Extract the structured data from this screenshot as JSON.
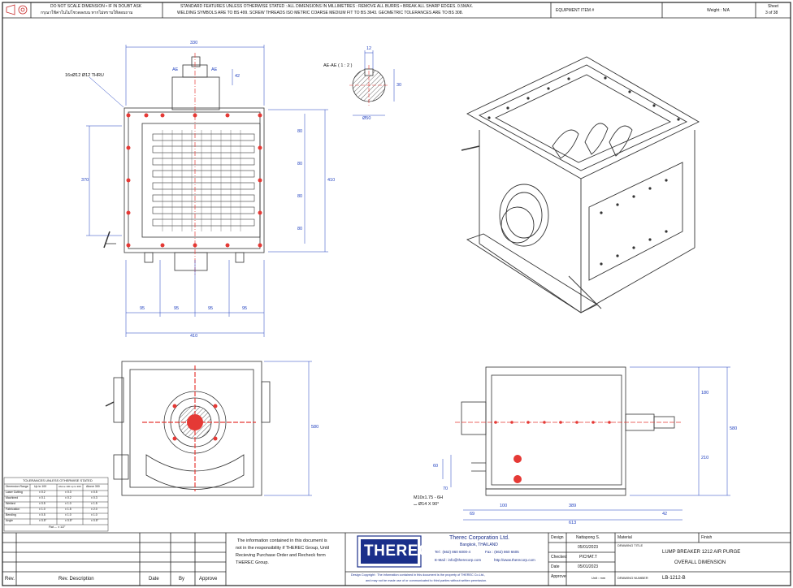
{
  "header": {
    "note_left_1": "DO NOT SCALE DIMENSION • IF IN DOUBT ASK",
    "note_left_2": "กรุณาใช้ค่าในไม่โชวดลงบน หากไม่ทราบให้สอบถาม",
    "standards_line_1": "STANDARD FEATURES UNLESS OTHERWISE STATED : ALL DIMENSIONS IN MILLIMETRES : REMOVE ALL BURRS • BREAK ALL SHARP EDGES. 0.5MAX.",
    "standards_line_2": "WELDING SYMBOLS ARE TO BS 499. SCREW THREADS ISO METRIC COARSE MEDIUM FIT TO BS 3643. GEOMETRIC TOLERANCES ARE TO BS 308.",
    "equipment_label": "EQUIPMENT ITEM #",
    "weight_label": "Weight : N/A",
    "sheet_label": "Sheet",
    "sheet_value": "3 of 38"
  },
  "front_view": {
    "hole_callout": "16xØ12 Ø12 THRU",
    "section_mark_left": "AE",
    "section_mark_right": "AE",
    "dim_top": "330",
    "dim_left_height": "370",
    "dim_right_height": "410",
    "dim_bottom_segments": [
      "95",
      "95",
      "95",
      "95"
    ],
    "dim_bottom_total": "410",
    "dim_right_segments": [
      "80",
      "80",
      "80",
      "80"
    ],
    "dim_shaft": "42"
  },
  "section_view": {
    "title": "AE-AE ( 1 : 2 )",
    "dim_key": "12",
    "dim_height": "30",
    "dim_dia": "Ø50"
  },
  "side_view": {
    "dim_height": "580"
  },
  "right_view": {
    "dim_top": "180",
    "dim_mid": "210",
    "dim_total": "580",
    "dim_small_1": "60",
    "dim_small_2": "70",
    "thread_callout_1": "M10x1.75 - 6H",
    "thread_callout_2": "⌴ Ø14 X 90°",
    "dim_b1": "100",
    "dim_b2": "389",
    "dim_b3": "69",
    "dim_b4": "42",
    "dim_b_total": "613"
  },
  "tolerance_table": {
    "title": "TOLERANCES UNLESS OTHERWISE STATED",
    "headers": [
      "Dimension Range",
      "Up to 100",
      "Above 100 up to 300",
      "Above 300"
    ],
    "rows": [
      [
        "Laser Cutting",
        "± 0.2",
        "± 0.3",
        "± 0.5"
      ],
      [
        "Machined",
        "± 0.1",
        "± 0.2",
        "± 0.3"
      ],
      [
        "Welded",
        "± 0.5",
        "± 1.0",
        "± 1.5"
      ],
      [
        "Fabrication",
        "± 1.0",
        "± 1.5",
        "± 2.0"
      ],
      [
        "Bending",
        "± 0.5",
        "± 1.0",
        "± 1.0"
      ],
      [
        "Angle",
        "± 0.5°",
        "± 0.5°",
        "± 0.5°"
      ]
    ],
    "flatness": "Flat ↔ ± 1/2°"
  },
  "revision_block": {
    "rev": "Rev.",
    "description": "Rev. Description",
    "date": "Date",
    "by": "By",
    "approve": "Approve"
  },
  "notice": {
    "line1": "The information contained in this document is",
    "line2": "not in the responsibility if THEREC Group, Until",
    "line3": "Recieving Purchase Order and Recheck form",
    "line4": "THEREC Group."
  },
  "company": {
    "logo": "THEREC",
    "name": "Therec Corporation Ltd.",
    "city": "Bangkok, THAILAND",
    "tel": "Tel : (662) 860 6000-4",
    "fax": "Fax : (662) 860 6605",
    "email": "E-Mail : info@therecorp.com",
    "web": "http://www.therecorp.com",
    "copyright": "Design Copyright : The information contained in this document is the property of THEREC Co.Ltd.,",
    "copyright2": "and may not be made use of or communicated to third parties without written permission."
  },
  "title_block": {
    "design_label": "Design",
    "design_value": "Nattapong S.",
    "design_date": "05/01/2023",
    "checked_label": "Checked",
    "checked_value": "PICHAT.T",
    "date_label": "Date",
    "date_value": "05/01/2023",
    "approve_label": "Approve",
    "material_label": "Material",
    "finish_label": "Finish",
    "drawing_title_label": "DRAWING TITLE",
    "title_line1": "LUMP BREAKER 1212 AIR PURGE",
    "title_line2": "OVERALL DIMENSION",
    "drawing_number_label": "DRAWING NUMBER",
    "drawing_number": "LB-1212-B",
    "scale_label": "Unit : mm"
  }
}
